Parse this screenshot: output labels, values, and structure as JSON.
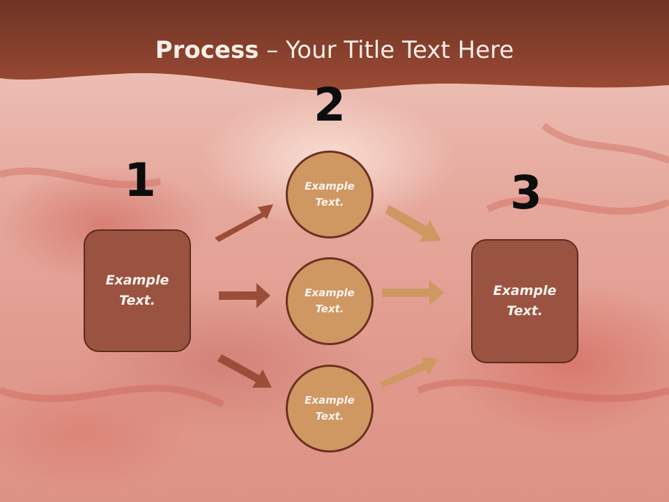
{
  "slide": {
    "title_bold": "Process",
    "title_rest": " – Your Title Text Here"
  },
  "steps": {
    "step1_number": "1",
    "step2_number": "2",
    "step3_number": "3"
  },
  "nodes": {
    "left_box_text": "Example\nText.",
    "circle_top_text": "Example\nText.",
    "circle_middle_text": "Example\nText.",
    "circle_bottom_text": "Example\nText.",
    "right_box_text": "Example\nText."
  },
  "colors": {
    "header_band": "#8a3f2c",
    "box_fill": "#9a5340",
    "circle_fill": "#cf9762",
    "dark_arrow": "#9a4d38",
    "light_arrow": "#cf9762"
  }
}
